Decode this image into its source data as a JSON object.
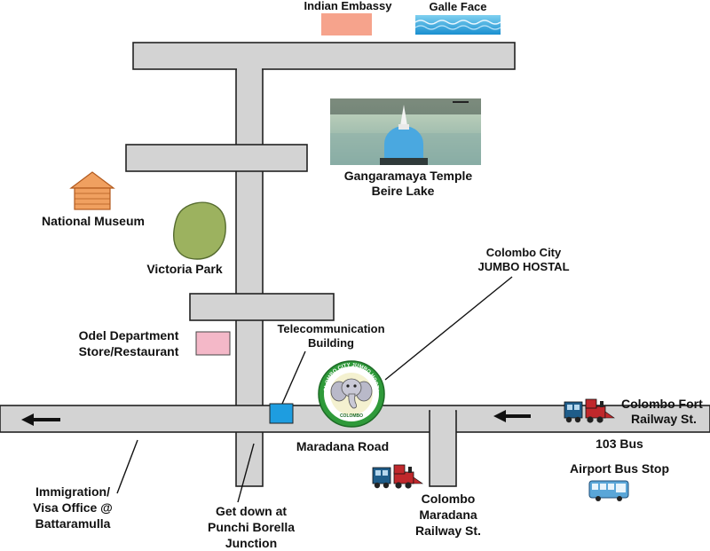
{
  "map": {
    "colors": {
      "road_fill": "#d3d3d3",
      "road_edge": "#222222",
      "park": "#9cb25f",
      "museum": "#f0a060",
      "embassy": "#f6a38c",
      "odel": "#f4b8c8",
      "telecom": "#1e9de0",
      "water": "#2aa3d8",
      "stupa": "#4aa8e0",
      "badge_green": "#2f9a3a",
      "bus": "#5aa6d8",
      "train_red": "#c0282c",
      "train_blue": "#1f5d8a"
    },
    "labels": {
      "indian_embassy": "Indian Embassy",
      "galle_face": "Galle Face",
      "gangaramaya_line1": "Gangaramaya Temple",
      "gangaramaya_line2": "Beire Lake",
      "national_museum": "National Museum",
      "victoria_park": "Victoria Park",
      "colombo_city_line1": "Colombo City",
      "colombo_city_line2": "JUMBO HOSTAL",
      "odel_line1": "Odel Department",
      "odel_line2": "Store/Restaurant",
      "telecom_line1": "Telecommunication",
      "telecom_line2": "Building",
      "colombo_fort_line1": "Colombo Fort",
      "colombo_fort_line2": "Railway St.",
      "maradana_road": "Maradana Road",
      "bus_103": "103 Bus",
      "airport_bus_stop": "Airport Bus Stop",
      "immigration_line1": "Immigration/",
      "immigration_line2": "Visa Office @",
      "immigration_line3": "Battaramulla",
      "get_down_line1": "Get down at",
      "get_down_line2": "Punchi Borella",
      "get_down_line3": "Junction",
      "maradana_station_line1": "Colombo",
      "maradana_station_line2": "Maradana",
      "maradana_station_line3": "Railway St."
    },
    "badge": {
      "ring_text": "COLOMBO CITY JUMBO HOSTAL",
      "bottom_text": "COLOMBO"
    },
    "icons": [
      "house-icon",
      "park-shape",
      "building-square",
      "elephant-logo",
      "train-icon",
      "bus-icon",
      "arrow-left-icon",
      "stupa-photo"
    ]
  }
}
